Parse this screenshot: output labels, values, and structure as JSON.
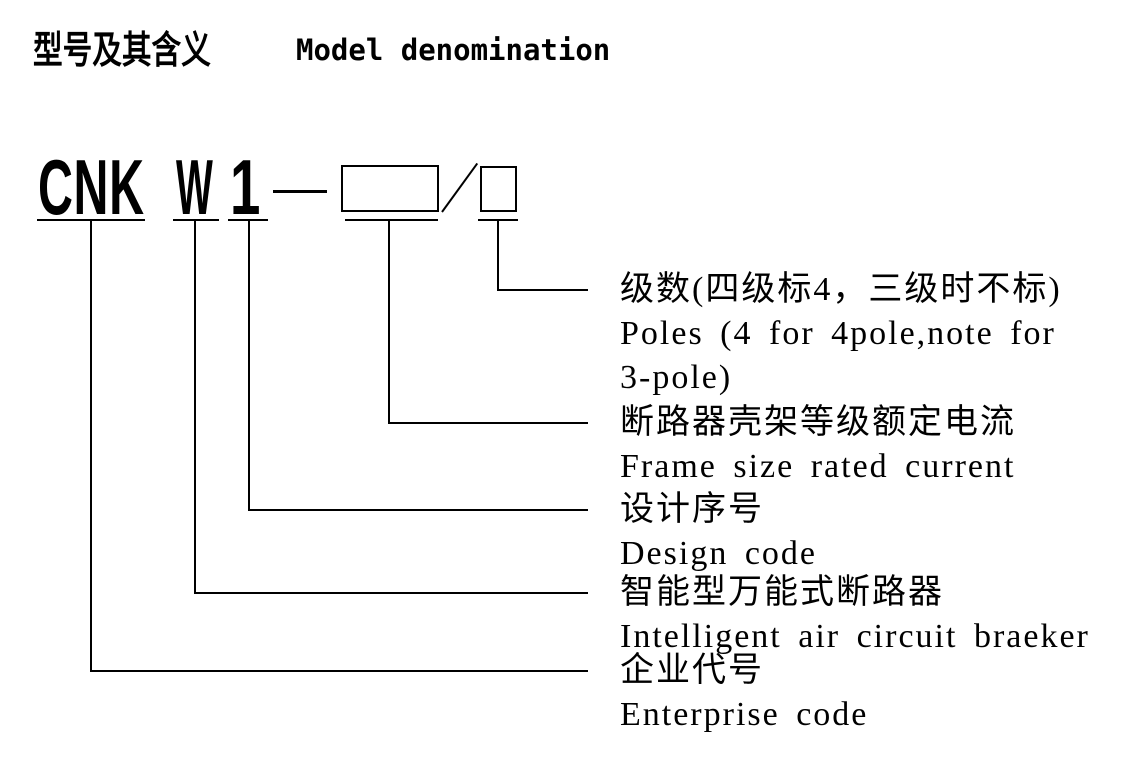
{
  "page": {
    "background": "#ffffff",
    "ink": "#000000"
  },
  "title": {
    "zh": "型号及其含义",
    "en": "Model denomination"
  },
  "model_code": {
    "enterprise_code": "CNK",
    "type_code": "W",
    "design_code": "1",
    "dash_connector": "—",
    "pole_slash": "/"
  },
  "labels": [
    {
      "id": "poles",
      "lines": [
        "级数(四级标4，三级时不标)",
        "Poles (4 for 4pole,note for",
        "3-pole)"
      ]
    },
    {
      "id": "frame-current",
      "lines": [
        "断路器壳架等级额定电流",
        "Frame size rated current"
      ]
    },
    {
      "id": "design-code",
      "lines": [
        "设计序号",
        "Design code"
      ]
    },
    {
      "id": "breaker-type",
      "lines": [
        "智能型万能式断路器",
        "Intelligent air circuit braeker"
      ]
    },
    {
      "id": "enterprise-code",
      "lines": [
        "企业代号",
        "Enterprise code"
      ]
    }
  ]
}
